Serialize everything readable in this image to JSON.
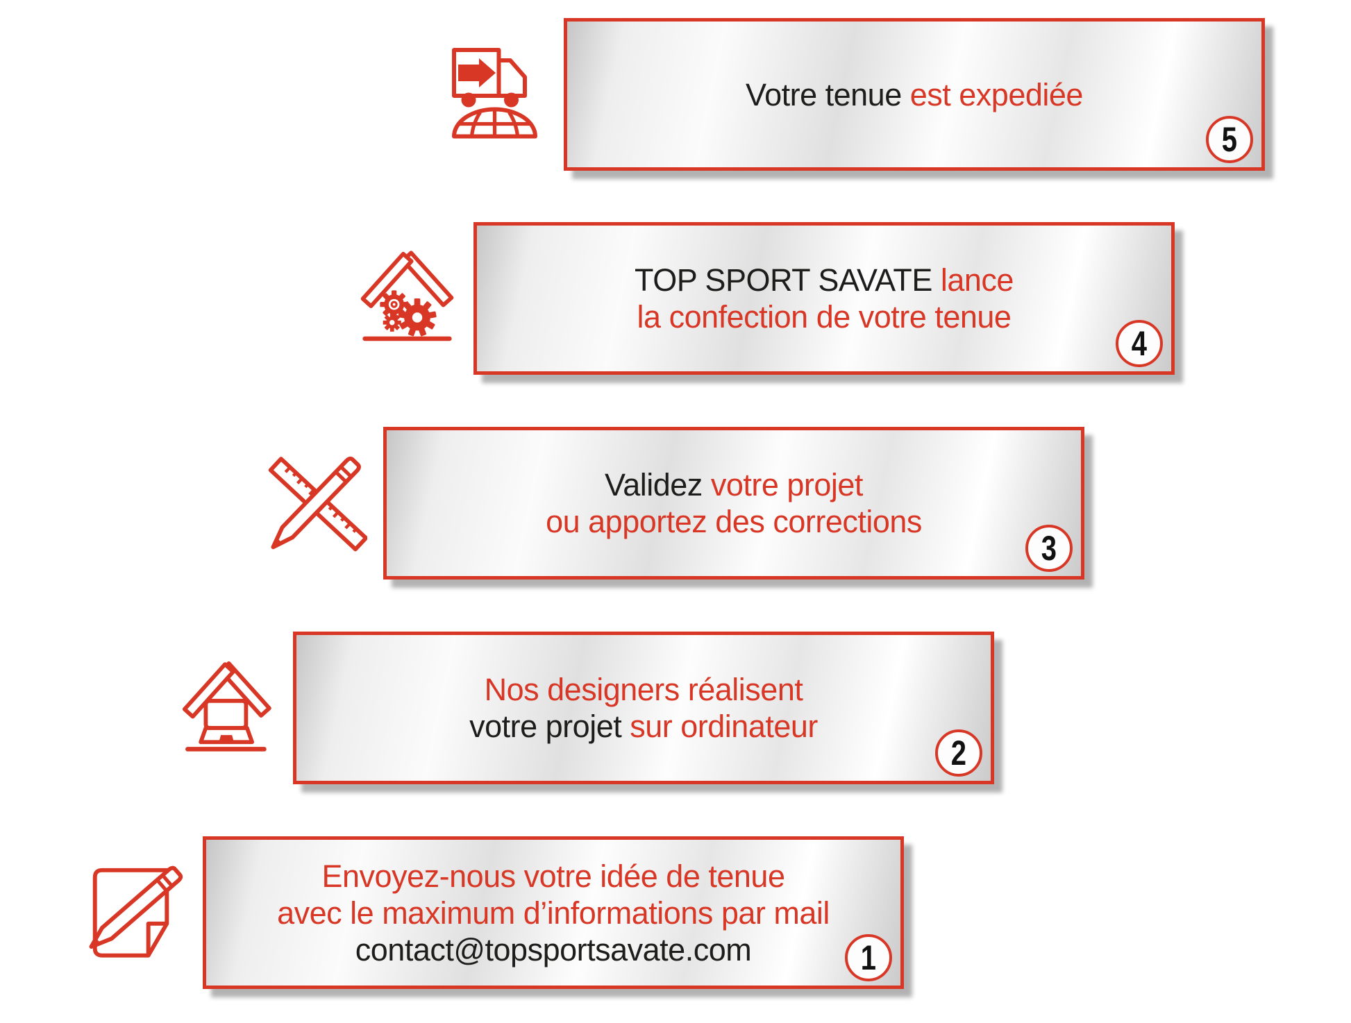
{
  "title": "TOP SPORT SAVATE - ordering process infographic",
  "colors": {
    "accent_red": "#d83726",
    "text_dark": "#1d1d1b",
    "badge_number": "#111111",
    "banner_silver": "#e6e6e6"
  },
  "contact_email": "contact@topsportsavate.com",
  "steps": [
    {
      "number": "1",
      "icon": "notepad-pencil-icon",
      "lines": [
        [
          {
            "t": "Envoyez-nous votre idée de tenue",
            "c": "red"
          }
        ],
        [
          {
            "t": "avec le maximum d’informations par mail",
            "c": "red"
          }
        ],
        [
          {
            "t": "contact@topsportsavate.com",
            "c": "dark"
          }
        ]
      ]
    },
    {
      "number": "2",
      "icon": "house-laptop-icon",
      "lines": [
        [
          {
            "t": "Nos designers réalisent",
            "c": "red"
          }
        ],
        [
          {
            "t": "votre projet ",
            "c": "dark"
          },
          {
            "t": "sur ordinateur",
            "c": "red"
          }
        ]
      ]
    },
    {
      "number": "3",
      "icon": "ruler-pencil-icon",
      "lines": [
        [
          {
            "t": "Validez ",
            "c": "dark"
          },
          {
            "t": "votre projet",
            "c": "red"
          }
        ],
        [
          {
            "t": "ou apportez des corrections",
            "c": "red"
          }
        ]
      ]
    },
    {
      "number": "4",
      "icon": "workshop-gears-icon",
      "lines": [
        [
          {
            "t": "TOP SPORT SAVATE ",
            "c": "dark"
          },
          {
            "t": "lance",
            "c": "red"
          }
        ],
        [
          {
            "t": "la confection de votre tenue",
            "c": "red"
          }
        ]
      ]
    },
    {
      "number": "5",
      "icon": "delivery-truck-globe-icon",
      "lines": [
        [
          {
            "t": "Votre tenue ",
            "c": "dark"
          },
          {
            "t": "est expediée",
            "c": "red"
          }
        ]
      ]
    }
  ]
}
